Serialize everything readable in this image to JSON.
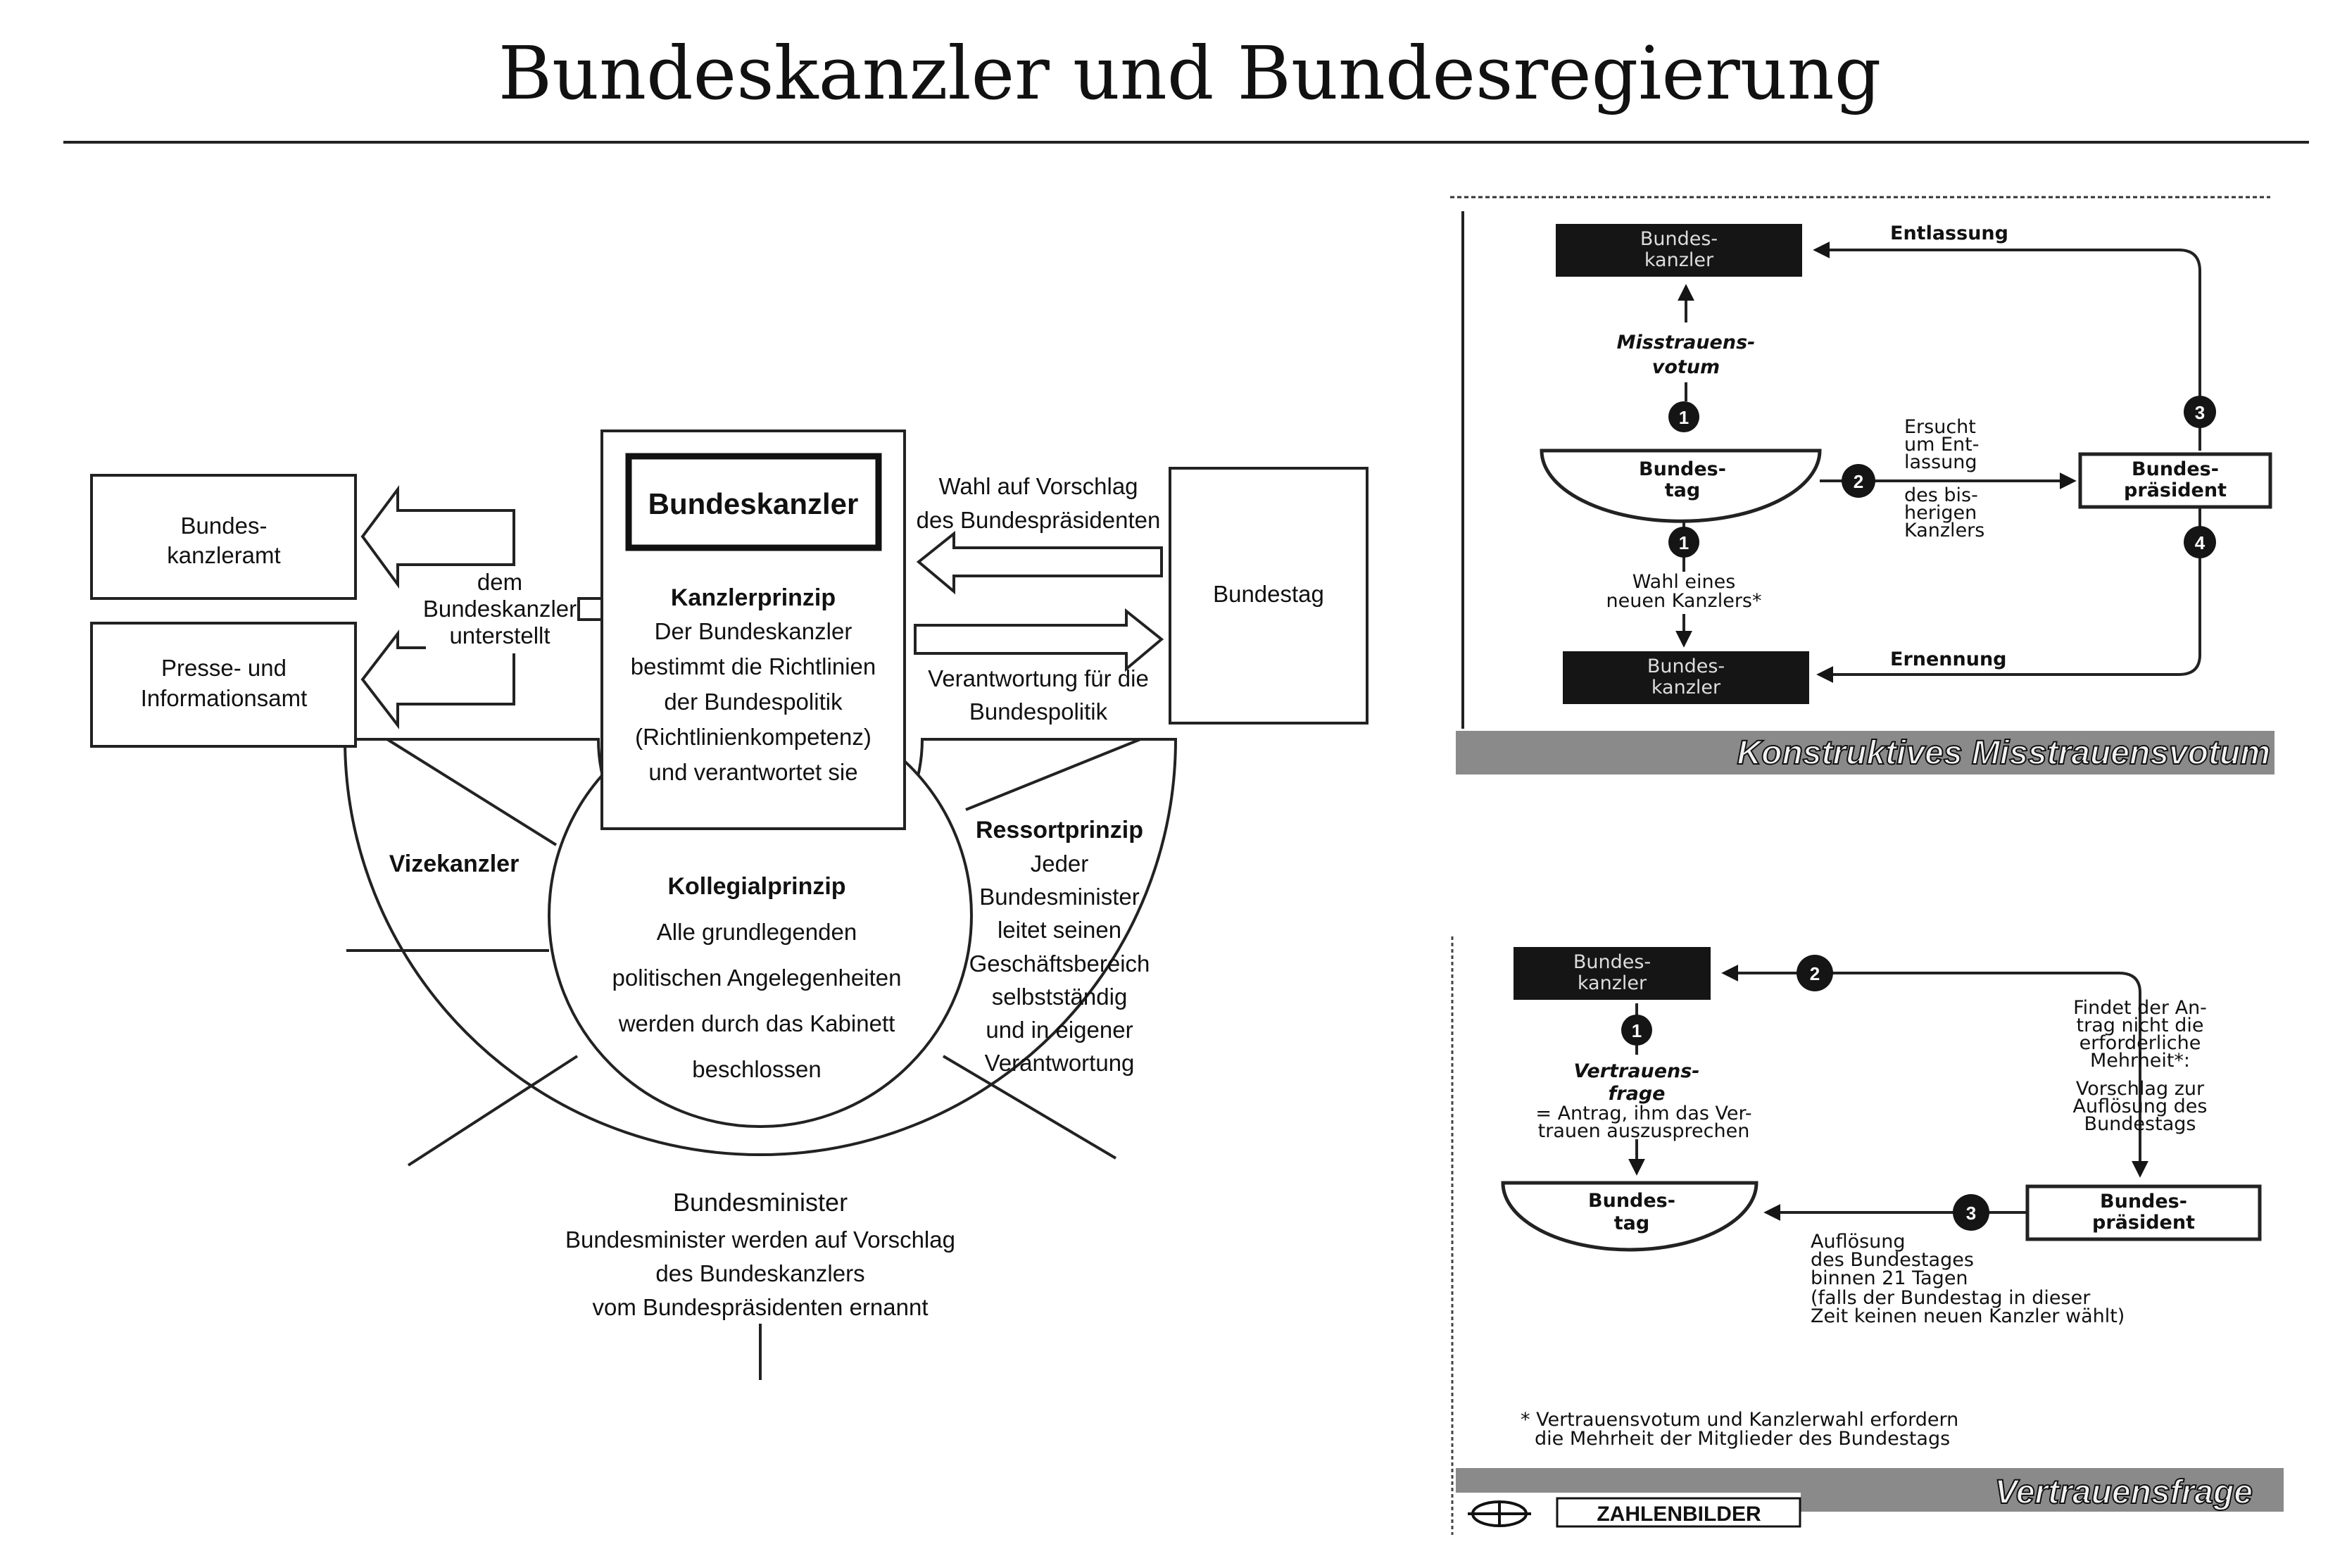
{
  "page": {
    "title": "Bundeskanzler und Bundesregierung"
  },
  "left_diagram": {
    "chancellor_title": "Bundeskanzler",
    "kanzlerprinzip": {
      "heading": "Kanzlerprinzip",
      "lines": [
        "Der Bundeskanzler",
        "bestimmt die Richtlinien",
        "der Bundespolitik",
        "(Richtlinienkompetenz)",
        "und verantwortet sie"
      ]
    },
    "kanzleramt": [
      "Bundes-",
      "kanzleramt"
    ],
    "presseamt": [
      "Presse- und",
      "Informationsamt"
    ],
    "unterstellt": [
      "dem",
      "Bundeskanzler",
      "unterstellt"
    ],
    "bundestag": "Bundestag",
    "wahl": [
      "Wahl auf Vorschlag",
      "des Bundespräsidenten"
    ],
    "verantwortung": [
      "Verantwortung für die",
      "Bundespolitik"
    ],
    "vizekanzler": "Vizekanzler",
    "kollegial": {
      "heading": "Kollegialprinzip",
      "lines": [
        "Alle grundlegenden",
        "politischen Angelegenheiten",
        "werden durch das Kabinett",
        "beschlossen"
      ]
    },
    "ressort": {
      "heading": "Ressortprinzip",
      "lines": [
        "Jeder",
        "Bundesminister",
        "leitet seinen",
        "Geschäftsbereich",
        "selbstständig",
        "und in eigener",
        "Verantwortung"
      ]
    },
    "minister": {
      "heading": "Bundesminister",
      "lines": [
        "Bundesminister werden auf Vorschlag",
        "des Bundeskanzlers",
        "vom Bundespräsidenten ernannt"
      ]
    }
  },
  "misstrauen_panel": {
    "kanzler_top": [
      "Bundes-",
      "kanzler"
    ],
    "kanzler_bottom": [
      "Bundes-",
      "kanzler"
    ],
    "entlassung": "Entlassung",
    "ernennung": "Ernennung",
    "votum": [
      "Misstrauens-",
      "votum"
    ],
    "bundestag": [
      "Bundes-",
      "tag"
    ],
    "praesident": [
      "Bundes-",
      "präsident"
    ],
    "ersucht": [
      "Ersucht",
      "um Ent-",
      "lassung"
    ],
    "bisherigen": [
      "des bis-",
      "herigen",
      "Kanzlers"
    ],
    "wahl": [
      "Wahl eines",
      "neuen Kanzlers*"
    ],
    "steps": [
      "1",
      "2",
      "3",
      "1",
      "4"
    ],
    "caption": "Konstruktives Misstrauensvotum"
  },
  "vertrauen_panel": {
    "kanzler": [
      "Bundes-",
      "kanzler"
    ],
    "frage": [
      "Vertrauens-",
      "frage"
    ],
    "antrag": [
      "= Antrag, ihm das Ver-",
      "trauen auszusprechen"
    ],
    "bundestag": [
      "Bundes-",
      "tag"
    ],
    "praesident": [
      "Bundes-",
      "präsident"
    ],
    "findet": [
      "Findet der An-",
      "trag nicht die",
      "erforderliche",
      "Mehrheit*:",
      "Vorschlag zur",
      "Auflösung des",
      "Bundestags"
    ],
    "aufloesung": [
      "Auflösung",
      "des Bundestages",
      "binnen 21 Tagen",
      "(falls der Bundestag in dieser",
      "Zeit keinen neuen Kanzler wählt)"
    ],
    "footnote": [
      "* Vertrauensvotum und Kanzlerwahl erfordern",
      "die Mehrheit der Mitglieder des Bundestags"
    ],
    "steps": [
      "1",
      "2",
      "3"
    ],
    "caption": "Vertrauensfrage",
    "brand": "ZAHLENBILDER"
  }
}
